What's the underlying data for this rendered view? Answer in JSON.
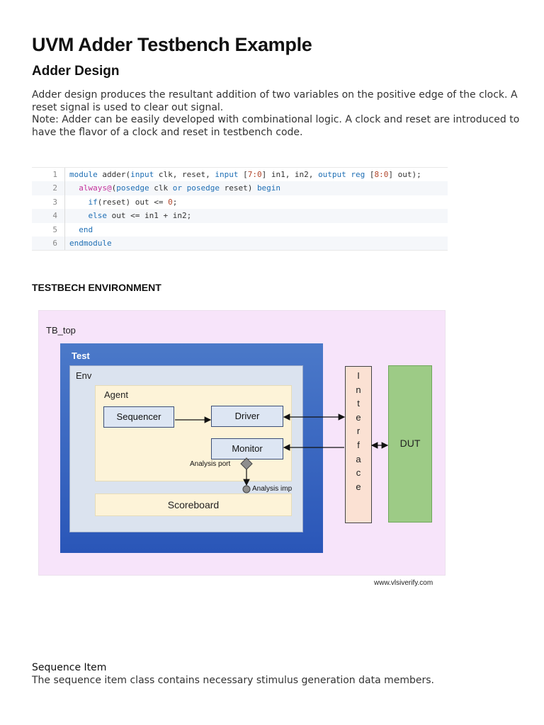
{
  "title": "UVM Adder Testbench Example",
  "subtitle": "Adder Design",
  "intro": {
    "line1": "Adder design produces the resultant addition of two variables on the positive edge of the clock. A reset signal is used to clear out signal.",
    "line2": "Note: Adder can be easily developed with combinational logic. A clock and reset are introduced to have the flavor of a clock and reset in testbench code."
  },
  "code": {
    "line_numbers": [
      "1",
      "2",
      "3",
      "4",
      "5",
      "6"
    ]
  },
  "section_heading": "TESTBECH ENVIRONMENT",
  "diagram": {
    "tb_top": "TB_top",
    "test": "Test",
    "env": "Env",
    "agent": "Agent",
    "sequencer": "Sequencer",
    "driver": "Driver",
    "monitor": "Monitor",
    "analysis_port": "Analysis port",
    "analysis_imp": "Analysis imp",
    "scoreboard": "Scoreboard",
    "interface_letters": [
      "I",
      "n",
      "t",
      "e",
      "r",
      "f",
      "a",
      "c",
      "e"
    ],
    "dut": "DUT",
    "credit": "www.vlsiverify.com"
  },
  "sequence_item": {
    "heading": "Sequence Item",
    "text": "The sequence item class contains necessary stimulus generation data members."
  }
}
